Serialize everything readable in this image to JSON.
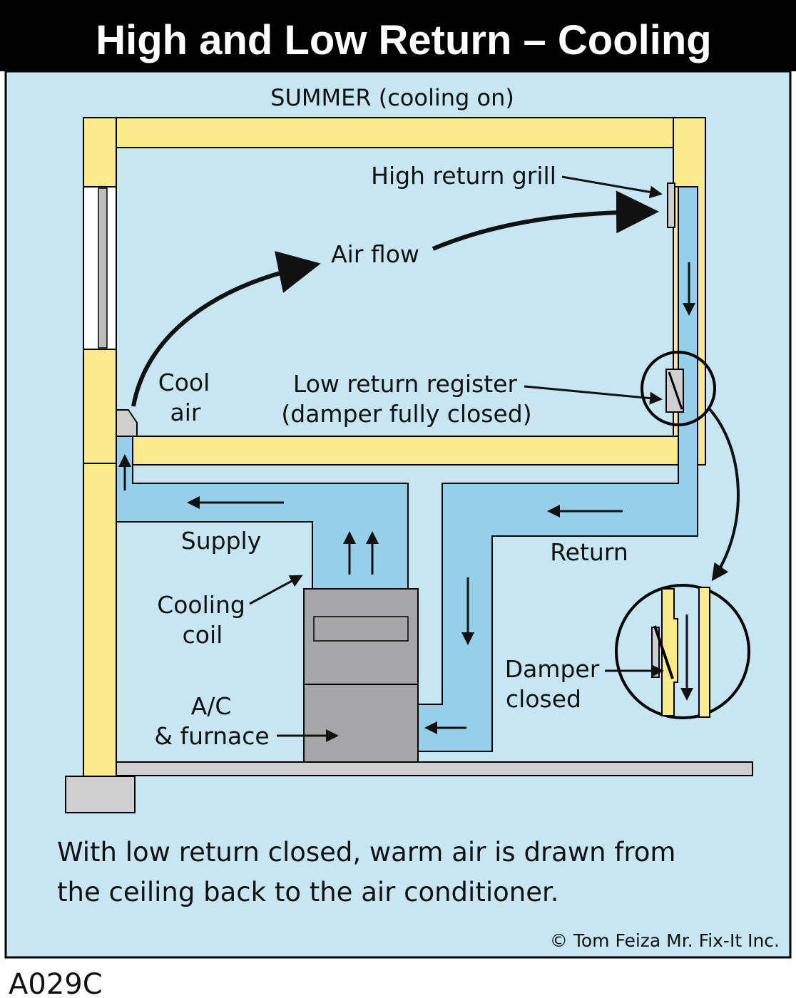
{
  "title": "High and Low Return – Cooling",
  "season": "SUMMER (cooling on)",
  "labels": {
    "high_return_grill": "High return grill",
    "air_flow": "Air flow",
    "cool_air_line1": "Cool",
    "cool_air_line2": "air",
    "low_return_line1": "Low return register",
    "low_return_line2": "(damper fully closed)",
    "supply": "Supply",
    "return": "Return",
    "cooling_coil_line1": "Cooling",
    "cooling_coil_line2": "coil",
    "ac_line1": "A/C",
    "ac_line2": "& furnace",
    "damper_line1": "Damper",
    "damper_line2": "closed"
  },
  "caption": {
    "line1": "With low return closed, warm air is drawn from",
    "line2": "the ceiling back to the air conditioner."
  },
  "copyright": "© Tom Feiza Mr. Fix-It Inc.",
  "code": "A029C",
  "colors": {
    "background": "#c6e6f4",
    "wall": "#fbea8a",
    "duct": "#96cfe9",
    "furnace": "#a6a6a9",
    "floor": "#cfcfd0",
    "title_bar": "#000000"
  }
}
